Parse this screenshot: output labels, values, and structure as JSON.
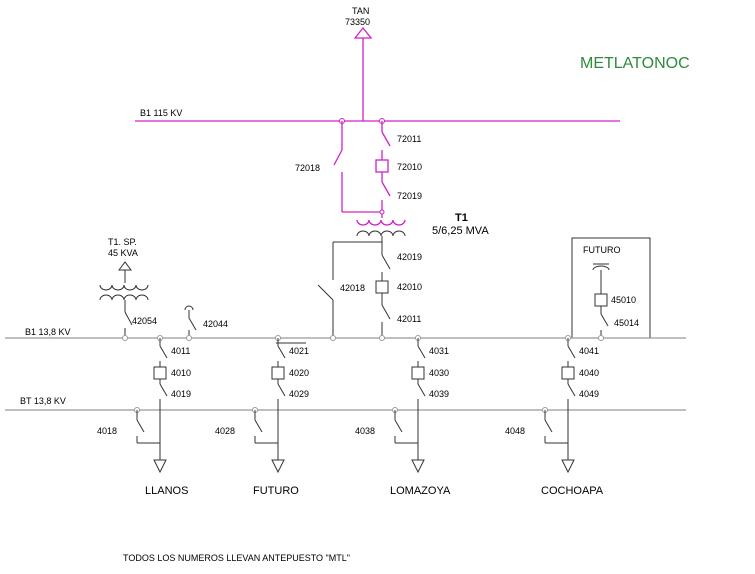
{
  "title": "METLATONOC",
  "source": {
    "name": "TAN",
    "code": "73350"
  },
  "bus_115": "B1 115 KV",
  "bus_13_8": "B1 13,8 KV",
  "bus_bt": "BT 13,8 KV",
  "transformer": {
    "name": "T1",
    "rating": "5/6,25 MVA"
  },
  "service_transformer": {
    "name": "T1. SP.",
    "rating": "45 KVA"
  },
  "hv_switches": {
    "bypass": "72018",
    "upper": "72011",
    "breaker": "72010",
    "lower": "72019"
  },
  "mv_switches": {
    "bypass": "42018",
    "upper": "42019",
    "breaker": "42010",
    "lower": "42011"
  },
  "aux": {
    "sp_switch": "42054",
    "fuse": "42044"
  },
  "future_box": {
    "label": "FUTURO",
    "breaker": "45010",
    "switch": "45014"
  },
  "feeders": [
    {
      "name": "LLANOS",
      "upper": "4011",
      "breaker": "4010",
      "lower": "4019",
      "bypass": "4018"
    },
    {
      "name": "FUTURO",
      "upper": "4021",
      "breaker": "4020",
      "lower": "4029",
      "bypass": "4028"
    },
    {
      "name": "LOMAZOYA",
      "upper": "4031",
      "breaker": "4030",
      "lower": "4039",
      "bypass": "4038"
    },
    {
      "name": "COCHOAPA",
      "upper": "4041",
      "breaker": "4040",
      "lower": "4049",
      "bypass": "4048"
    }
  ],
  "footnote": "TODOS LOS NUMEROS LLEVAN ANTEPUESTO \"MTL\"",
  "colors": {
    "hv": "#d020c8",
    "title": "#2e8b3a",
    "bus": "#999999"
  }
}
